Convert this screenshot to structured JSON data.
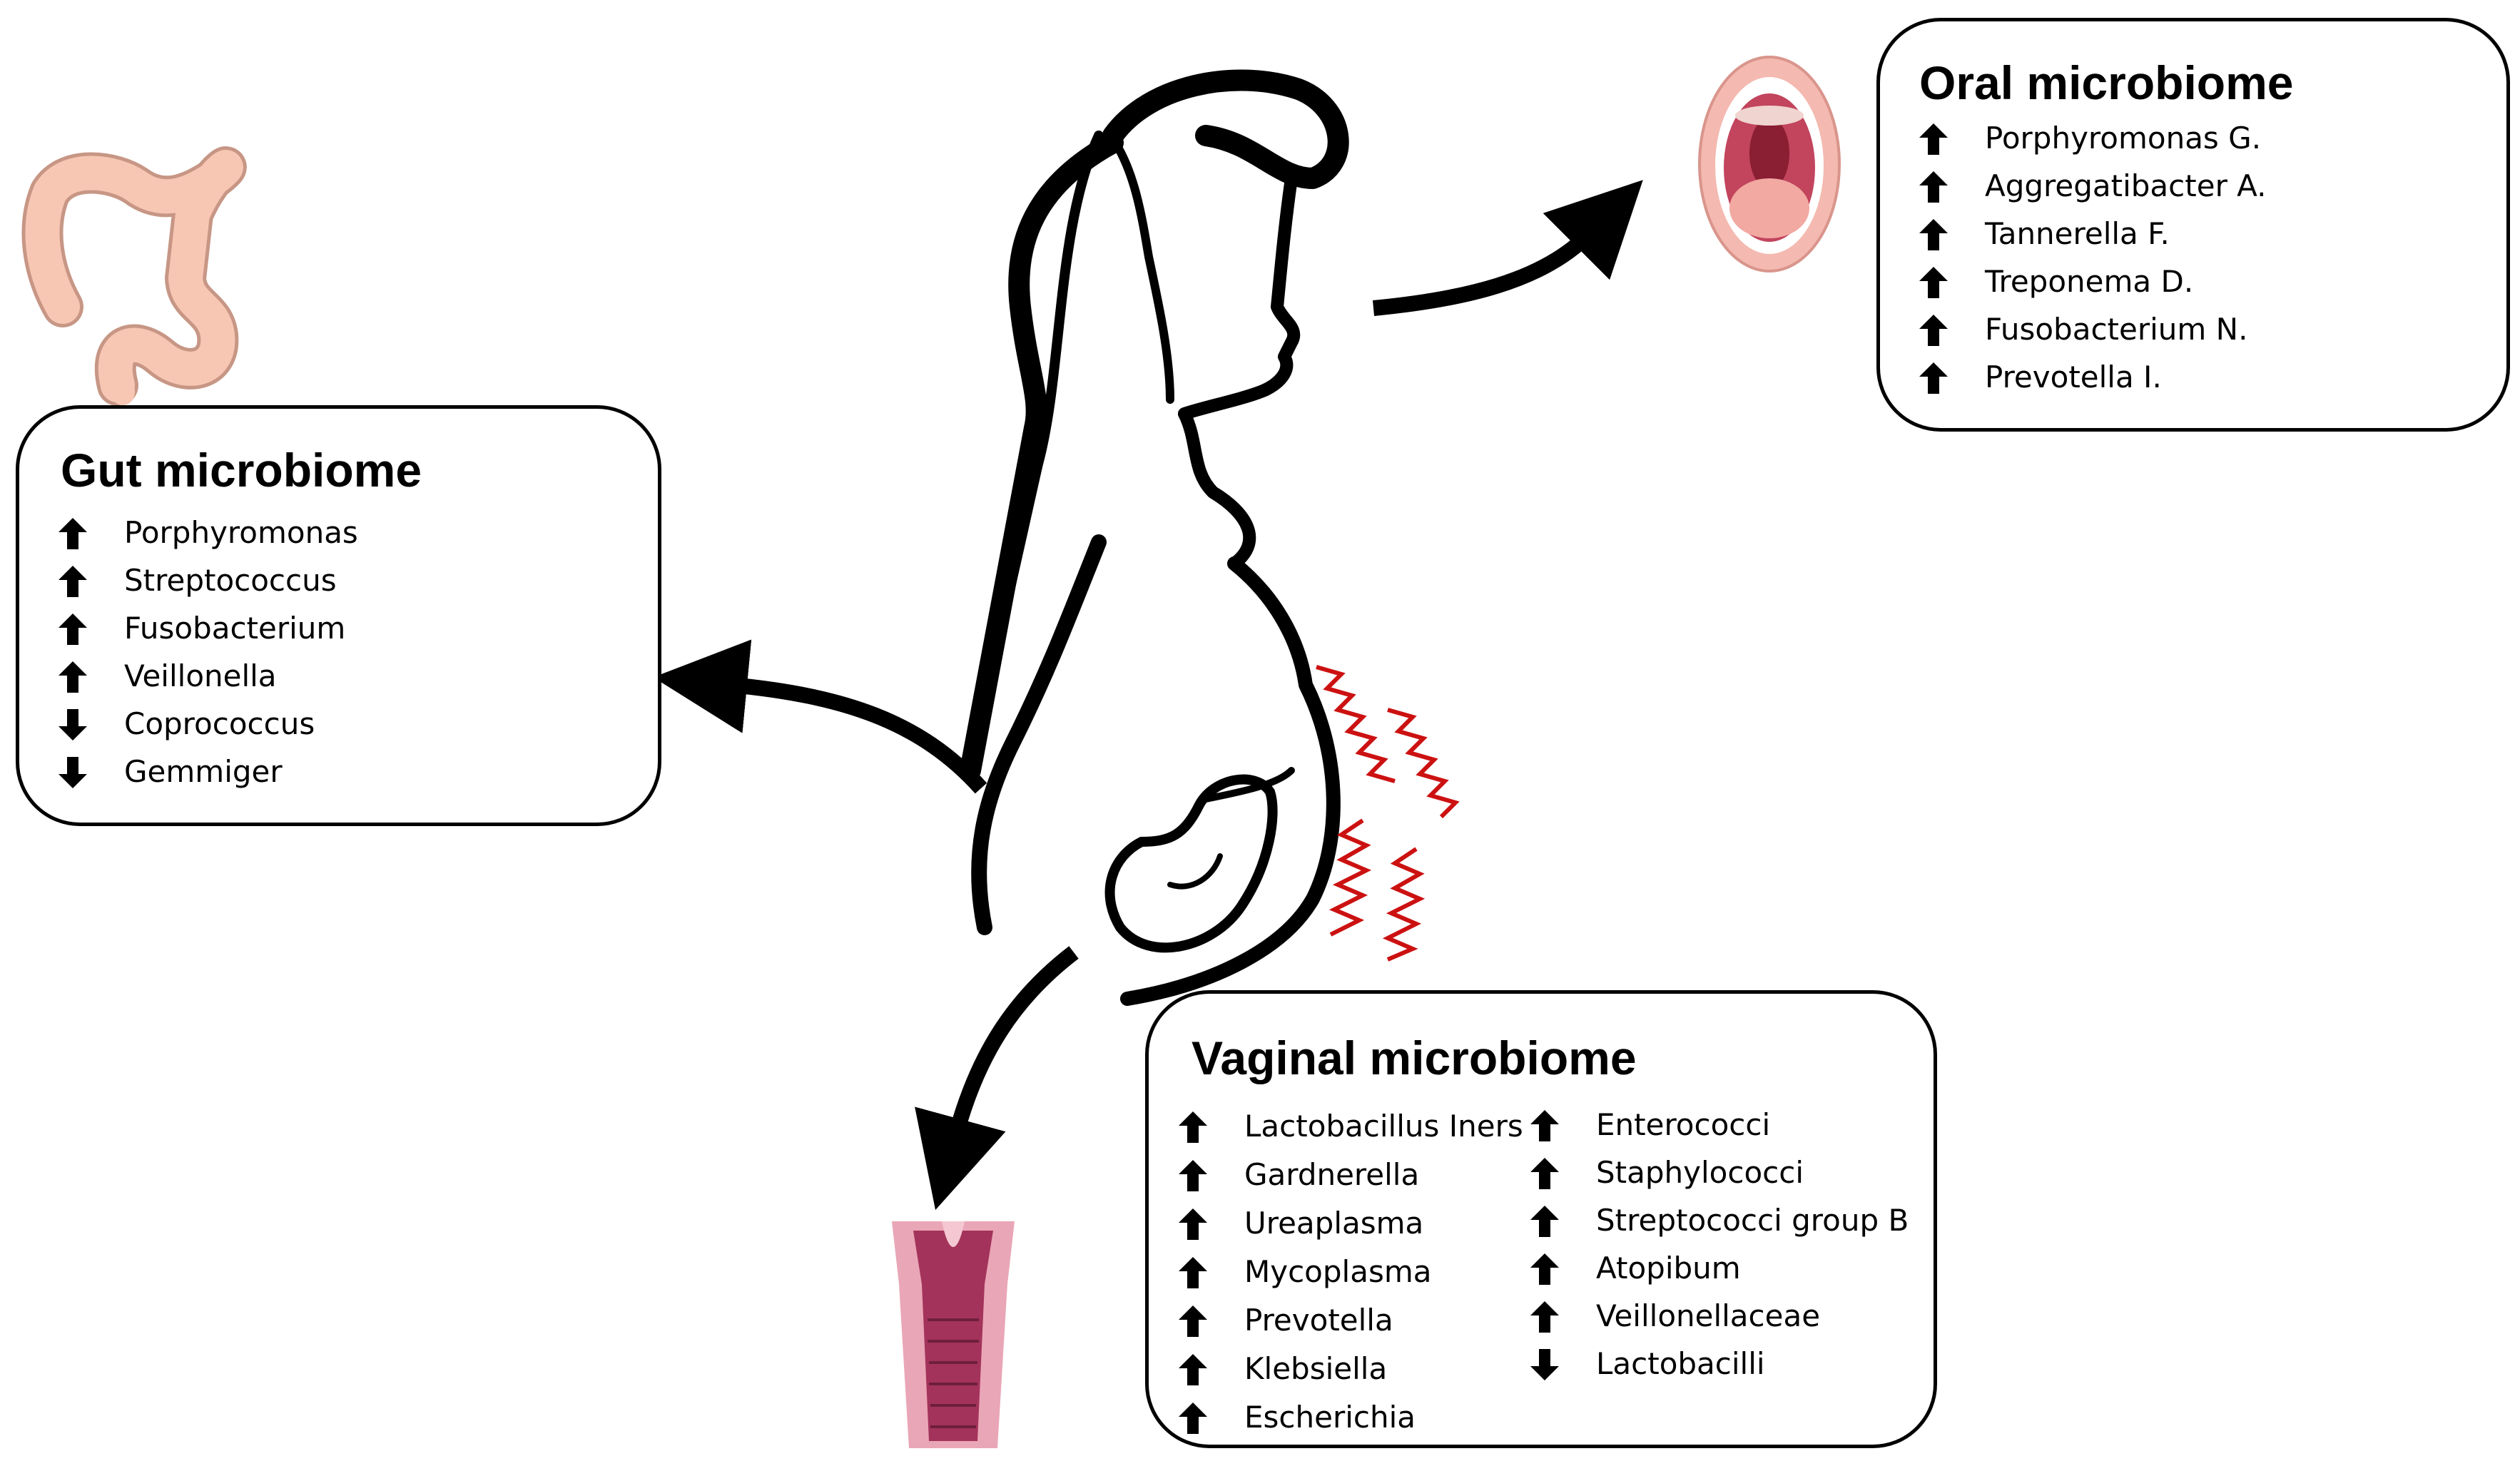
{
  "boxes": {
    "oral": {
      "title": "Oral microbiome",
      "items": [
        {
          "label": "Porphyromonas G.",
          "direction": "up"
        },
        {
          "label": "Aggregatibacter A.",
          "direction": "up"
        },
        {
          "label": "Tannerella F.",
          "direction": "up"
        },
        {
          "label": "Treponema D.",
          "direction": "up"
        },
        {
          "label": "Fusobacterium N.",
          "direction": "up"
        },
        {
          "label": "Prevotella I.",
          "direction": "up"
        }
      ]
    },
    "gut": {
      "title": "Gut microbiome",
      "items": [
        {
          "label": "Porphyromonas",
          "direction": "up"
        },
        {
          "label": "Streptococcus",
          "direction": "up"
        },
        {
          "label": "Fusobacterium",
          "direction": "up"
        },
        {
          "label": "Veillonella",
          "direction": "up"
        },
        {
          "label": "Coprococcus",
          "direction": "down"
        },
        {
          "label": "Gemmiger",
          "direction": "down"
        }
      ]
    },
    "vaginal": {
      "title": "Vaginal microbiome",
      "columns": [
        [
          {
            "label": "Lactobacillus Iners",
            "direction": "up"
          },
          {
            "label": "Gardnerella",
            "direction": "up"
          },
          {
            "label": "Ureaplasma",
            "direction": "up"
          },
          {
            "label": "Mycoplasma",
            "direction": "up"
          },
          {
            "label": "Prevotella",
            "direction": "up"
          },
          {
            "label": "Klebsiella",
            "direction": "up"
          },
          {
            "label": "Escherichia",
            "direction": "up"
          }
        ],
        [
          {
            "label": "Enterococci",
            "direction": "up"
          },
          {
            "label": "Staphylococci",
            "direction": "up"
          },
          {
            "label": "Streptococci group B",
            "direction": "up"
          },
          {
            "label": "Atopibum",
            "direction": "up"
          },
          {
            "label": "Veillonellaceae",
            "direction": "up"
          },
          {
            "label": "Lactobacilli",
            "direction": "down"
          }
        ]
      ]
    }
  },
  "colors": {
    "outline": "#000000",
    "contraction_lines": "#cc1111",
    "colon": "#f7c7b3",
    "mouth_lips": "#f4b9b0",
    "throat": "#c2445d",
    "vagina": "#a3335a"
  },
  "icons": [
    "colon-icon",
    "mouth-icon",
    "vagina-icon",
    "pregnant-woman-icon",
    "fetus-icon",
    "contraction-lines-icon"
  ]
}
